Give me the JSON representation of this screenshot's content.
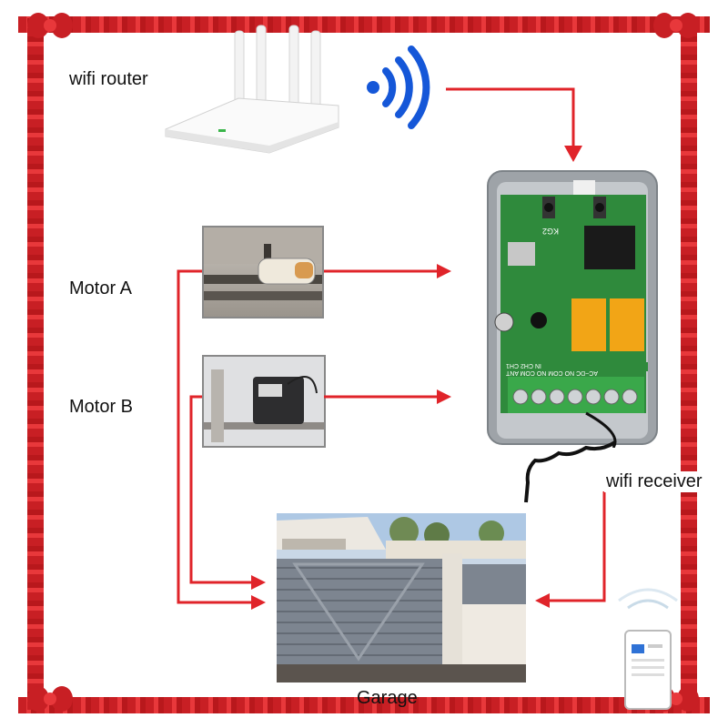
{
  "labels": {
    "router": "wifi router",
    "motor_a": "Motor A",
    "motor_b": "Motor B",
    "receiver": "wifi receiver",
    "garage": "Garage"
  },
  "receiver_board": {
    "model": "KG2",
    "terminals": "AC~DC  NO COM  NO COM  ANT",
    "terminal_header": "IN    CH2    CH1"
  },
  "colors": {
    "frame": "#d7262b",
    "arrow": "#e0242a",
    "wifi": "#1557d8",
    "board": "#2f8a3c",
    "relay": "#f2a516",
    "terminal": "#3aa84a",
    "gate": "#7d8590"
  },
  "icons": [
    "wifi-signal-icon",
    "wifi-router",
    "motor-a-photo",
    "motor-b-photo",
    "receiver-device",
    "garage-gate-photo",
    "smartphone-icon"
  ]
}
